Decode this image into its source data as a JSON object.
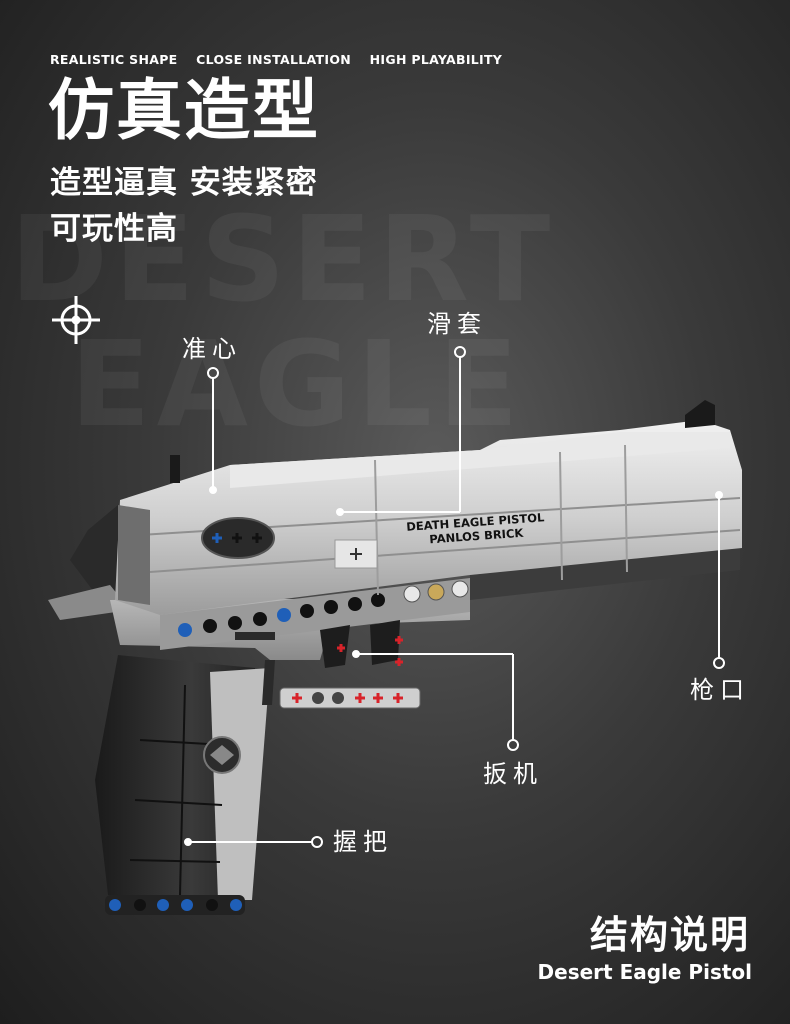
{
  "taglines": [
    "REALISTIC SHAPE",
    "CLOSE INSTALLATION",
    "HIGH PLAYABILITY"
  ],
  "title": "仿真造型",
  "subtitle_line1": "造型逼真  安装紧密",
  "subtitle_line2": "可玩性高",
  "watermark_line1": "DESERT",
  "watermark_line2": "EAGLE",
  "icons": {
    "crosshair": "crosshair-icon"
  },
  "callouts": {
    "sight": "准心",
    "slide": "滑套",
    "muzzle": "枪口",
    "trigger": "扳机",
    "grip": "握把"
  },
  "gun_label_line1": "DEATH EAGLE PISTOL",
  "gun_label_line2": "PANLOS BRICK",
  "footer_cn": "结构说明",
  "footer_en": "Desert Eagle Pistol",
  "colors": {
    "background": "#2e2e2e",
    "accent_red": "#d8232a",
    "accent_blue": "#1f5fb8"
  }
}
